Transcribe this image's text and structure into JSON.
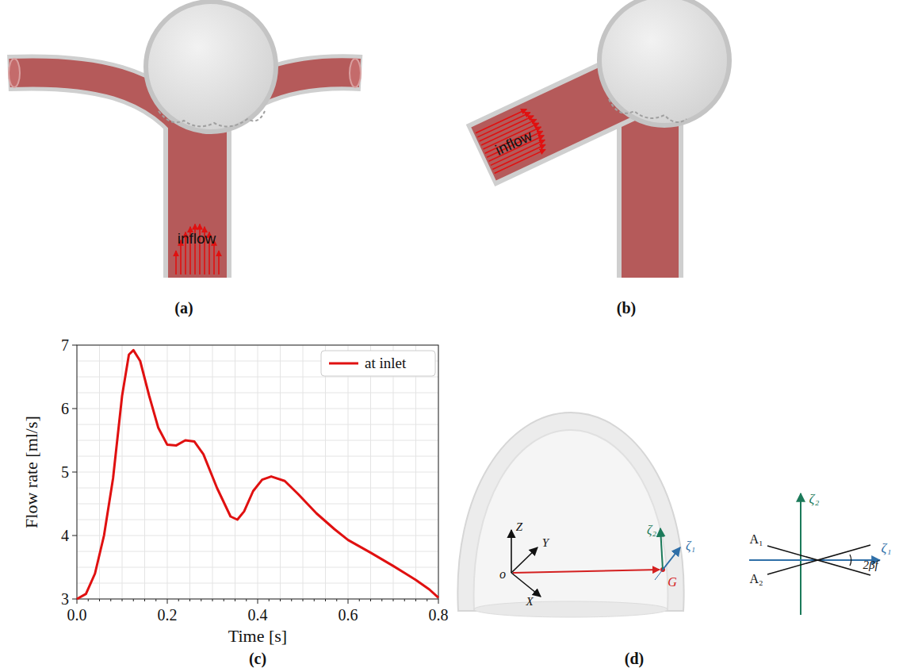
{
  "diagram": {
    "labels": [
      "inflow",
      "inflow",
      "(a)",
      "(b)",
      "7",
      "6",
      "5",
      "4",
      "3",
      "0.0",
      "0.2",
      "0.4",
      "0.6",
      "0.8",
      "Flow rate [ml/s]",
      "Time [s]",
      "(c)",
      "Z",
      "Y",
      "X",
      "o",
      "G",
      "ζ₂",
      "ζ₁",
      "ζ₂",
      "ζ₁",
      "A₁",
      "A₂",
      "2βf",
      "(d)"
    ],
    "legend": [
      {
        "text": "at inlet"
      }
    ]
  }
}
